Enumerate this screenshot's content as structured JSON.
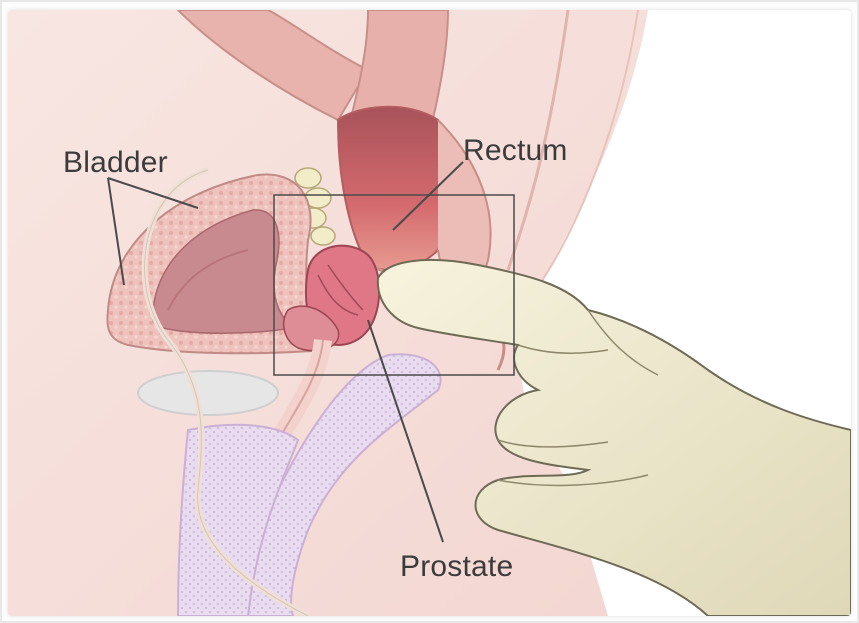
{
  "labels": {
    "bladder": "Bladder",
    "rectum": "Rectum",
    "prostate": "Prostate"
  },
  "colors": {
    "skin": "#f7e2dd",
    "tissue_light": "#f2c8c0",
    "tissue_mid": "#e6a6a0",
    "bladder_inner": "#c98a8f",
    "rectum_inner": "#c4545a",
    "prostate": "#e07786",
    "glove": "#f1ecd2",
    "bone": "#eddcee",
    "text": "#3b3b3b",
    "outline": "#555555"
  }
}
